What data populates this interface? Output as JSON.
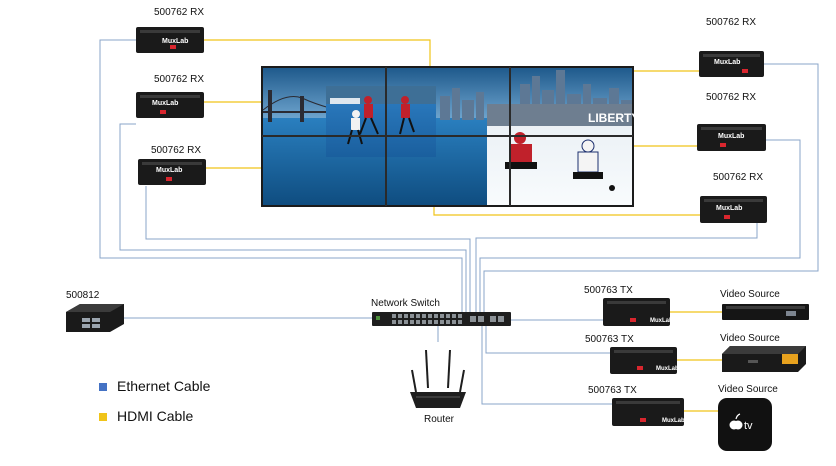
{
  "labels": {
    "rx_1": "500762 RX",
    "rx_2": "500762 RX",
    "rx_3": "500762 RX",
    "rx_4": "500762 RX",
    "rx_5": "500762 RX",
    "rx_6": "500762 RX",
    "tx_1": "500763 TX",
    "tx_2": "500763 TX",
    "tx_3": "500763 TX",
    "controller": "500812",
    "switch": "Network Switch",
    "router": "Router",
    "source_1": "Video Source",
    "source_2": "Video Source",
    "source_3": "Video Source"
  },
  "device_logo": "MuxLab",
  "screen_text": {
    "banner": "LIBERTY",
    "tv_brand": "tv"
  },
  "legend": {
    "ethernet": {
      "label": "Ethernet Cable",
      "color": "#4472c4"
    },
    "hdmi": {
      "label": "HDMI Cable",
      "color": "#f0c419"
    }
  },
  "colors": {
    "ethernet_line": "#8aa4c8",
    "hdmi_line": "#f0c419",
    "device_body": "#1a1a1a"
  }
}
